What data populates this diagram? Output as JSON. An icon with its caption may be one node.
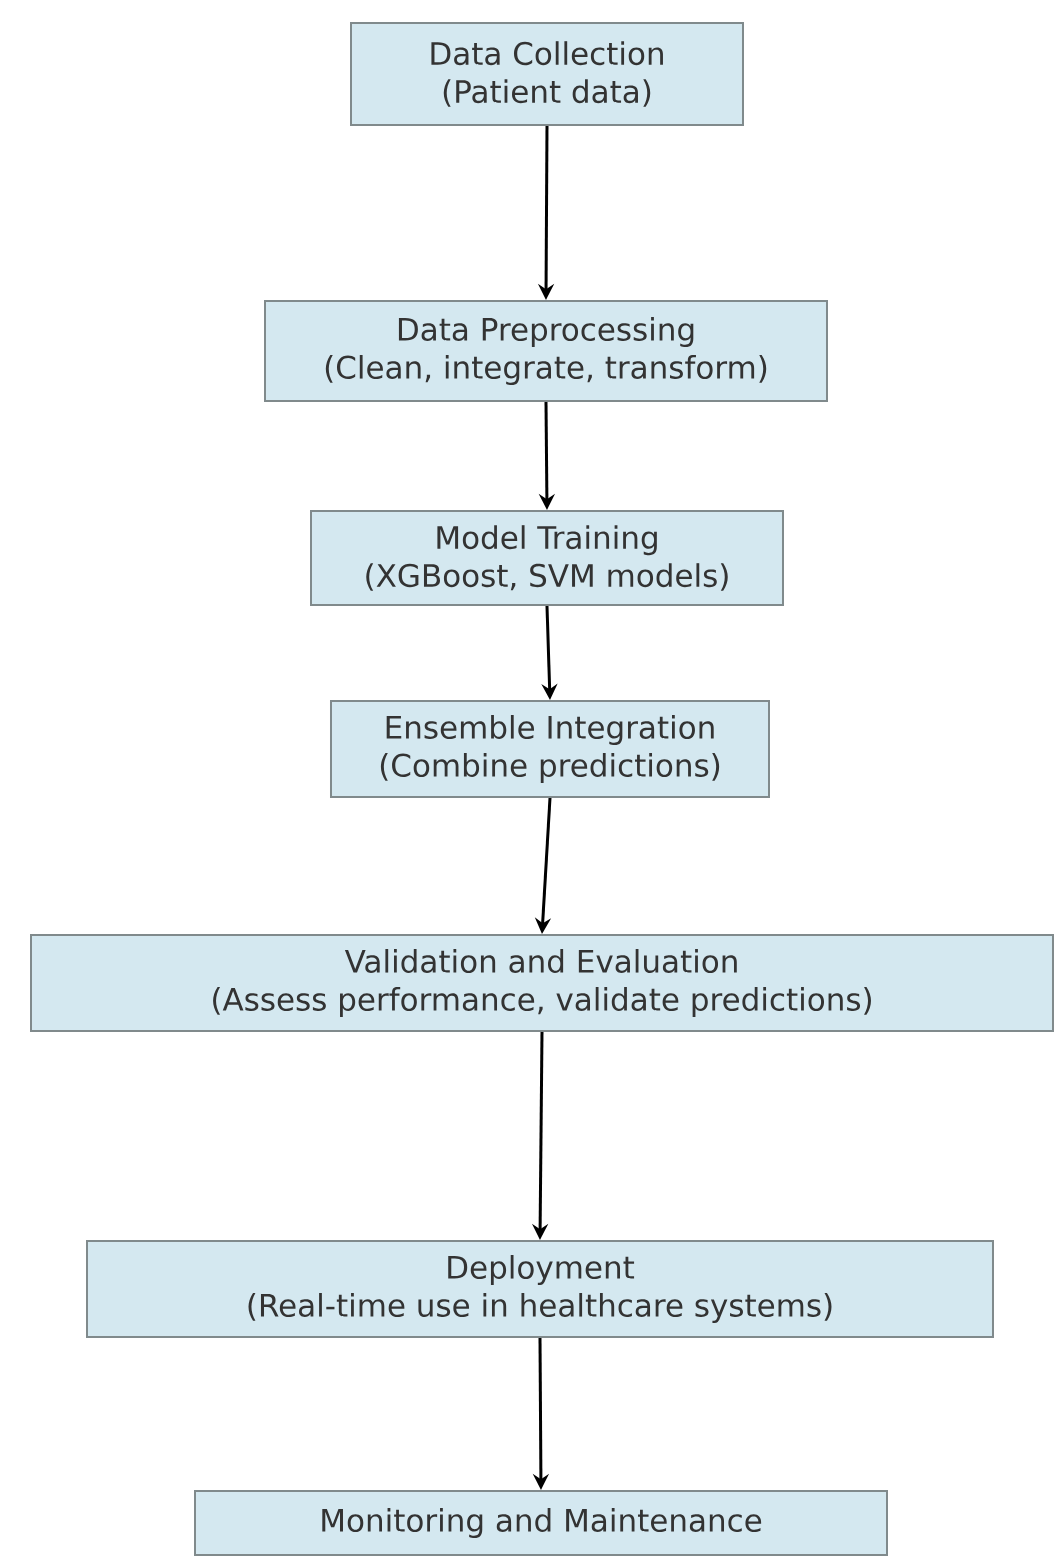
{
  "diagram": {
    "nodes": [
      {
        "text": [
          "Data Collection",
          "(Patient data)"
        ]
      },
      {
        "text": [
          "Data Preprocessing",
          "(Clean, integrate, transform)"
        ]
      },
      {
        "text": [
          "Model Training",
          "(XGBoost, SVM models)"
        ]
      },
      {
        "text": [
          "Ensemble Integration",
          "(Combine predictions)"
        ]
      },
      {
        "text": [
          "Validation and Evaluation",
          "(Assess performance, validate predictions)"
        ]
      },
      {
        "text": [
          "Deployment",
          "(Real-time use in healthcare systems)"
        ]
      },
      {
        "text": [
          "Monitoring and Maintenance"
        ]
      }
    ],
    "edges": [
      {
        "from": 0,
        "to": 1,
        "arrow": "to"
      },
      {
        "from": 1,
        "to": 2,
        "arrow": "to"
      },
      {
        "from": 2,
        "to": 3,
        "arrow": "to"
      },
      {
        "from": 3,
        "to": 4,
        "arrow": "to"
      },
      {
        "from": 4,
        "to": 5,
        "arrow": "to"
      },
      {
        "from": 5,
        "to": 6,
        "arrow": "to"
      }
    ]
  }
}
